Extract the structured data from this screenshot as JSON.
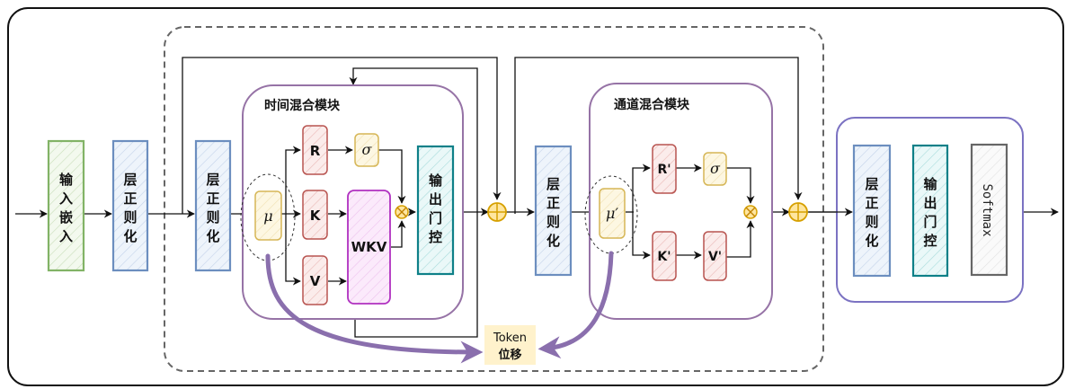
{
  "diagram": {
    "input_embedding": {
      "label": [
        "输",
        "入",
        "嵌",
        "入"
      ]
    },
    "layer_norm_1": {
      "label": [
        "层",
        "正",
        "则",
        "化"
      ]
    },
    "time_mixing": {
      "title": "时间混合模块",
      "layer_norm": {
        "label": [
          "层",
          "正",
          "则",
          "化"
        ]
      },
      "mu": "μ",
      "r": "R",
      "k": "K",
      "v": "V",
      "sigma": "σ",
      "wkv": "WKV",
      "output_gate": {
        "label": [
          "输",
          "出",
          "门",
          "控"
        ]
      }
    },
    "channel_mixing": {
      "title": "通道混合模块",
      "layer_norm": {
        "label": [
          "层",
          "正",
          "则",
          "化"
        ]
      },
      "mu": "μ′",
      "r": "R'",
      "k": "K'",
      "v": "V'",
      "sigma": "σ"
    },
    "token_shift": {
      "line1": "Token",
      "line2": "位移"
    },
    "head": {
      "layer_norm": {
        "label": [
          "层",
          "正",
          "则",
          "化"
        ]
      },
      "output_gate": {
        "label": [
          "输",
          "出",
          "门",
          "控"
        ]
      },
      "softmax": "Softmax"
    },
    "colors": {
      "green": "#82b366",
      "blue": "#6c8ebf",
      "teal": "#0e8088",
      "red": "#b85450",
      "yellow": "#d6b656",
      "magenta": "#9673a6",
      "wkv_border": "#b030c0",
      "gray": "#666666",
      "purple": "#8a6fad",
      "head_border": "#7b72c2",
      "token_bg": "#fff2cc"
    }
  }
}
